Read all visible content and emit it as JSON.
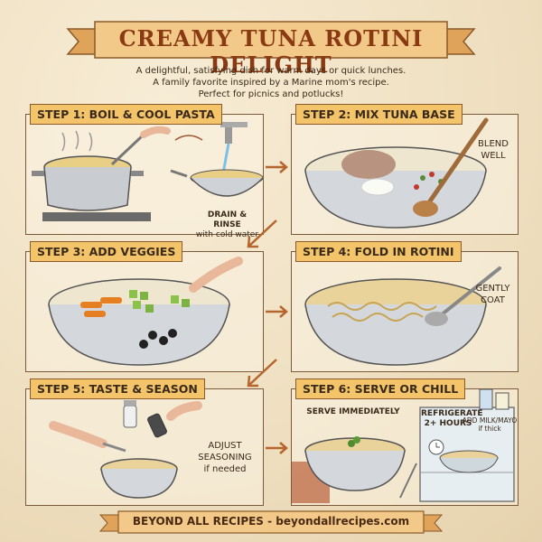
{
  "title": "CREAMY TUNA ROTINI DELIGHT",
  "subtitle": [
    "A delightful, satisfying dish for warm days or quick lunches.",
    "A family favorite inspired by a Marine mom's recipe.",
    "Perfect for picnics and potlucks!"
  ],
  "steps": [
    {
      "label": "STEP 1: BOIL & COOL PASTA",
      "notes": [
        "DRAIN & RINSE",
        "with cold water"
      ]
    },
    {
      "label": "STEP 2: MIX TUNA BASE",
      "notes": [
        "BLEND",
        "WELL"
      ]
    },
    {
      "label": "STEP 3: ADD VEGGIES",
      "notes": []
    },
    {
      "label": "STEP 4: FOLD IN ROTINI",
      "notes": [
        "GENTLY",
        "COAT"
      ]
    },
    {
      "label": "STEP 5: TASTE & SEASON",
      "notes": [
        "ADJUST",
        "SEASONING",
        "if needed"
      ]
    },
    {
      "label": "STEP 6: SERVE OR CHILL",
      "notes": [
        "SERVE IMMEDIATELY",
        "REFRIGERATE",
        "2+ HOURS",
        "ADD MILK/MAYO",
        "if thick"
      ]
    }
  ],
  "footer": "BEYOND ALL RECIPES - beyondallrecipes.com",
  "colors": {
    "accent": "#f4c46a",
    "title": "#8a3a12",
    "border": "#7a5a3a"
  }
}
